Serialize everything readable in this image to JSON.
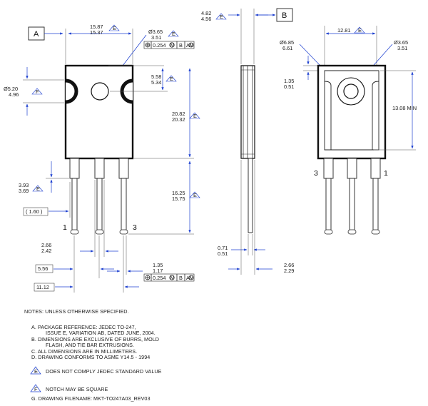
{
  "datums": {
    "a": "A",
    "b": "B"
  },
  "dims": {
    "w_max": "15.87",
    "w_min": "15.37",
    "hole_max": "Ø3.65",
    "hole_min": "3.51",
    "tol_val": "0.254",
    "tol_m": "M",
    "tol_ref_b": "B",
    "tol_ref_a": "A",
    "notch_max": "Ø5.20",
    "notch_min": "4.96",
    "hc_max": "5.58",
    "hc_min": "5.34",
    "body_max": "20.82",
    "body_min": "20.32",
    "lead_step_max": "3.93",
    "lead_step_min": "3.69",
    "lead_len_max": "16.25",
    "lead_len_min": "15.75",
    "ref_160": "( 1.60 )",
    "p1_max": "2.66",
    "p1_min": "2.42",
    "pitch": "5.56",
    "pitch2": "11.12",
    "lw_max": "1.35",
    "lw_min": "1.17",
    "thk_max": "4.82",
    "thk_min": "4.56",
    "tab_max": "1.35",
    "tab_min": "0.51",
    "lt_max": "0.71",
    "lt_min": "0.51",
    "sl_max": "2.66",
    "sl_min": "2.29",
    "pad_w": "12.81",
    "pad_d_max": "Ø6.85",
    "pad_d_min": "6.61",
    "rh_max": "Ø3.65",
    "rh_min": "3.51",
    "pad_h": "13.08 MIN",
    "note_e": "E",
    "note_f": "F"
  },
  "pins": {
    "front_left": "1",
    "front_right": "3",
    "back_left": "3",
    "back_right": "1"
  },
  "notes": {
    "header": "NOTES: UNLESS OTHERWISE SPECIFIED.",
    "a1": "A.  PACKAGE REFERENCE: JEDEC TO-247,",
    "a2": "ISSUE E, VARIATION AB, DATED JUNE, 2004.",
    "b1": "B.  DIMENSIONS ARE EXCLUSIVE OF BURRS, MOLD",
    "b2": "FLASH, AND TIE BAR EXTRUSIONS.",
    "c": "C.  ALL DIMENSIONS ARE IN MILLIMETERS.",
    "d": "D.  DRAWING CONFORMS TO ASME Y14.5 - 1994",
    "e_sym": "E",
    "e": "DOES NOT COMPLY JEDEC STANDARD VALUE",
    "f_sym": "F",
    "f": "NOTCH MAY BE SQUARE",
    "g": "G.  DRAWING FILENAME: MKT-TO247A03_REV03"
  },
  "colors": {
    "dimension_line": "#1c3fd0",
    "outline": "#111111"
  }
}
